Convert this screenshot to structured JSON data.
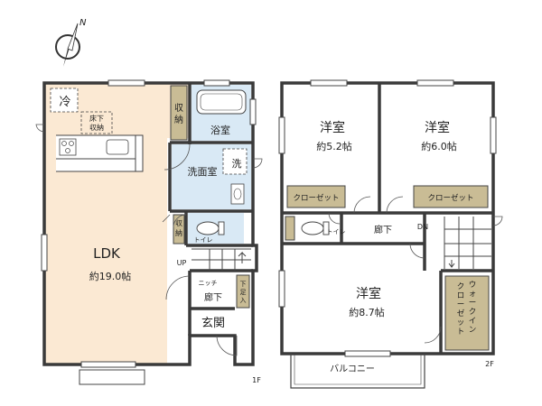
{
  "compass": {
    "north": "N"
  },
  "floor1": {
    "label": "1F",
    "rooms": {
      "ldk": {
        "name": "LDK",
        "size": "約19.0帖"
      },
      "fridge": "冷",
      "underfloor_storage": [
        "床下",
        "収納"
      ],
      "storage_upper": [
        "収",
        "納"
      ],
      "storage_lower": [
        "収",
        "納"
      ],
      "bath": "浴室",
      "washroom": "洗面室",
      "washer": "洗",
      "toilet": "トイレ",
      "stairs_up": "UP",
      "niche": "ニッチ",
      "hallway": "廊下",
      "shoe_storage": [
        "下",
        "足",
        "入"
      ],
      "entrance": "玄関"
    }
  },
  "floor2": {
    "label": "2F",
    "rooms": {
      "western_room_1": {
        "name": "洋室",
        "size": "約5.2帖"
      },
      "western_room_2": {
        "name": "洋室",
        "size": "約6.0帖"
      },
      "western_room_3": {
        "name": "洋室",
        "size": "約8.7帖"
      },
      "closet_1": "クローゼット",
      "closet_2": "クローゼット",
      "toilet": "トイレ",
      "hallway": "廊下",
      "stairs_down": "DN",
      "walk_in_closet": [
        "ウ",
        "ォ",
        "ー",
        "ク",
        "イ",
        "ン",
        "ク",
        "ロ",
        "ー",
        "ゼ",
        "ッ",
        "ト"
      ],
      "balcony": "バルコニー"
    }
  }
}
